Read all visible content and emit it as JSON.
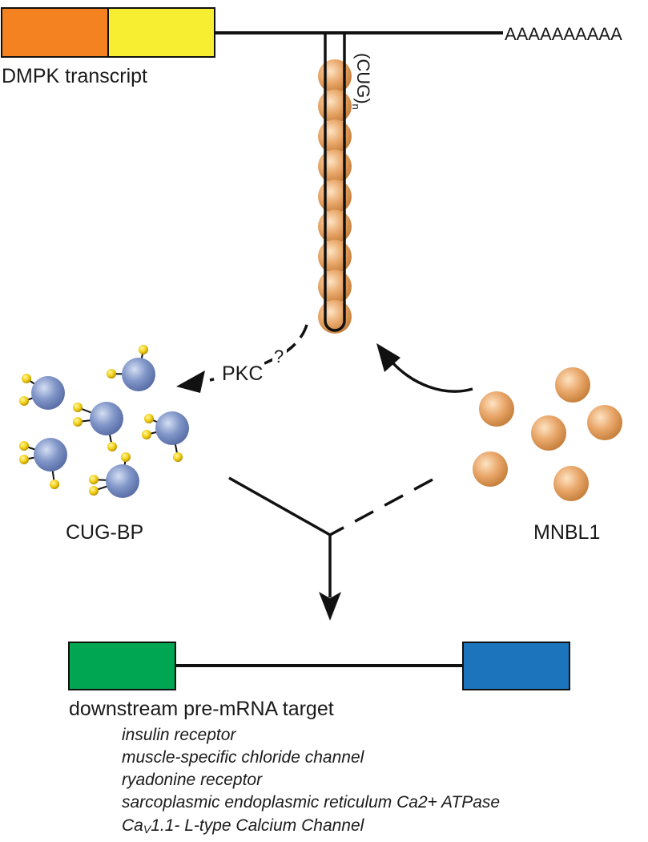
{
  "transcript": {
    "label": "DMPK transcript",
    "polyA": "AAAAAAAAAA",
    "repeat_label": "(CUG)",
    "repeat_subscript": "n",
    "exon_colors": [
      "#f58220",
      "#f7ee31"
    ]
  },
  "pathway": {
    "kinase_label": "PKC",
    "uncertain_mark": "?"
  },
  "proteins": {
    "cugbp_label": "CUG-BP",
    "mnbl_label": "MNBL1",
    "cugbp_color": "#8096c8",
    "phosphate_color": "#f2cf14",
    "mnbl_color": "#e9a76a"
  },
  "target": {
    "label": "downstream pre-mRNA target",
    "exon_colors": [
      "#00a651",
      "#1c75bc"
    ],
    "genes": [
      "insulin receptor",
      "muscle-specific chloride channel",
      "ryadonine receptor",
      "sarcoplasmic endoplasmic reticulum Ca2+ ATPase"
    ],
    "last_gene_prefix": "Ca",
    "last_gene_subscript": "V",
    "last_gene_suffix": "1.1- L-type Calcium Channel"
  }
}
